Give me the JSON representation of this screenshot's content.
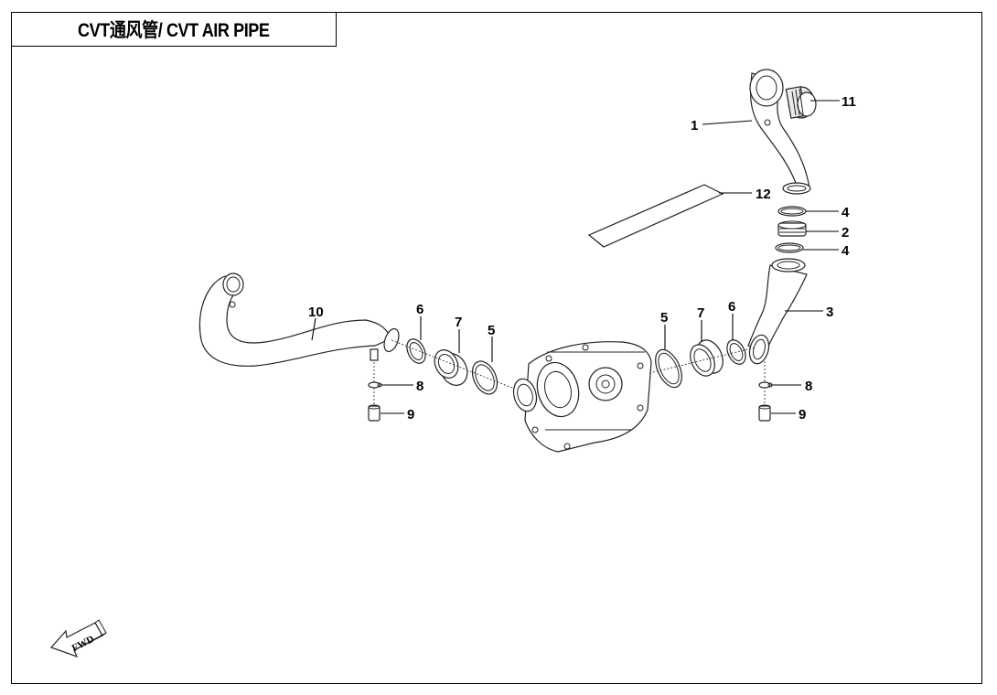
{
  "title": "CVT通风管/ CVT AIR PIPE",
  "callouts": [
    "1",
    "11",
    "12",
    "4",
    "2",
    "4",
    "3",
    "10",
    "6",
    "7",
    "5",
    "5",
    "7",
    "6",
    "8",
    "9",
    "8",
    "9"
  ],
  "fwd_label": "FWD"
}
